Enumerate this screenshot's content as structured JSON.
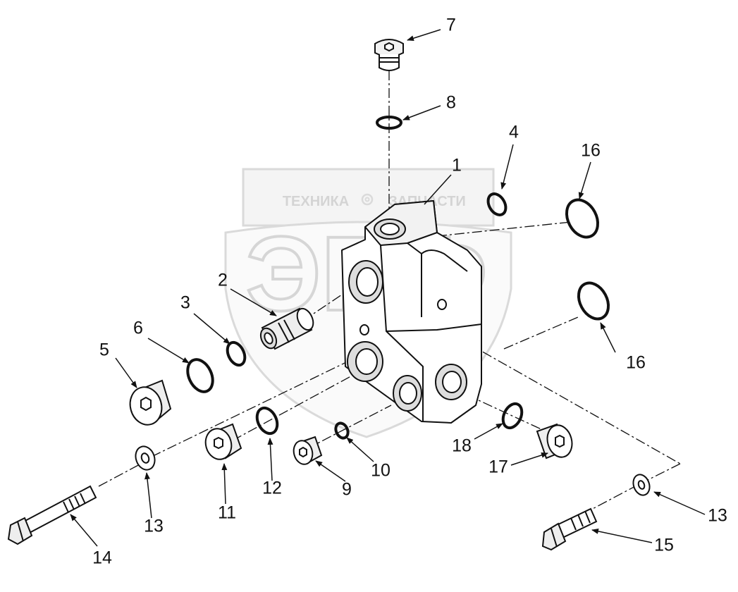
{
  "watermark": {
    "brand_text_left": "ТЕХНИКА",
    "brand_text_right": "ЗАПЧАСТИ",
    "logo_letters": "ЭПФ",
    "color": "#d9d9d9"
  },
  "callouts": [
    {
      "id": "1",
      "label": "1"
    },
    {
      "id": "2",
      "label": "2"
    },
    {
      "id": "3",
      "label": "3"
    },
    {
      "id": "4",
      "label": "4"
    },
    {
      "id": "5",
      "label": "5"
    },
    {
      "id": "6",
      "label": "6"
    },
    {
      "id": "7",
      "label": "7"
    },
    {
      "id": "8",
      "label": "8"
    },
    {
      "id": "9",
      "label": "9"
    },
    {
      "id": "10",
      "label": "10"
    },
    {
      "id": "11",
      "label": "11"
    },
    {
      "id": "12",
      "label": "12"
    },
    {
      "id": "13a",
      "label": "13"
    },
    {
      "id": "13b",
      "label": "13"
    },
    {
      "id": "14",
      "label": "14"
    },
    {
      "id": "15",
      "label": "15"
    },
    {
      "id": "16a",
      "label": "16"
    },
    {
      "id": "16b",
      "label": "16"
    },
    {
      "id": "17",
      "label": "17"
    },
    {
      "id": "18",
      "label": "18"
    }
  ]
}
